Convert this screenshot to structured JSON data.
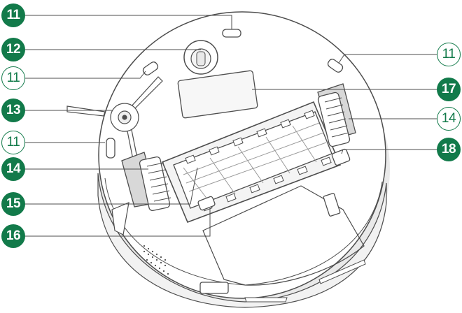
{
  "colors": {
    "accent": "#127a4a",
    "line": "#4d4d4d",
    "body": "#ffffff",
    "shadow": "#e4e4e4"
  },
  "callouts": {
    "c11_top": {
      "label": "11",
      "style": "filled"
    },
    "c12": {
      "label": "12",
      "style": "filled"
    },
    "c11_left": {
      "label": "11",
      "style": "outline"
    },
    "c13": {
      "label": "13",
      "style": "filled"
    },
    "c11_left2": {
      "label": "11",
      "style": "outline"
    },
    "c14_left": {
      "label": "14",
      "style": "filled"
    },
    "c15": {
      "label": "15",
      "style": "filled"
    },
    "c16": {
      "label": "16",
      "style": "filled"
    },
    "c11_right": {
      "label": "11",
      "style": "outline"
    },
    "c17": {
      "label": "17",
      "style": "filled"
    },
    "c14_right": {
      "label": "14",
      "style": "outline"
    },
    "c18": {
      "label": "18",
      "style": "filled"
    }
  }
}
